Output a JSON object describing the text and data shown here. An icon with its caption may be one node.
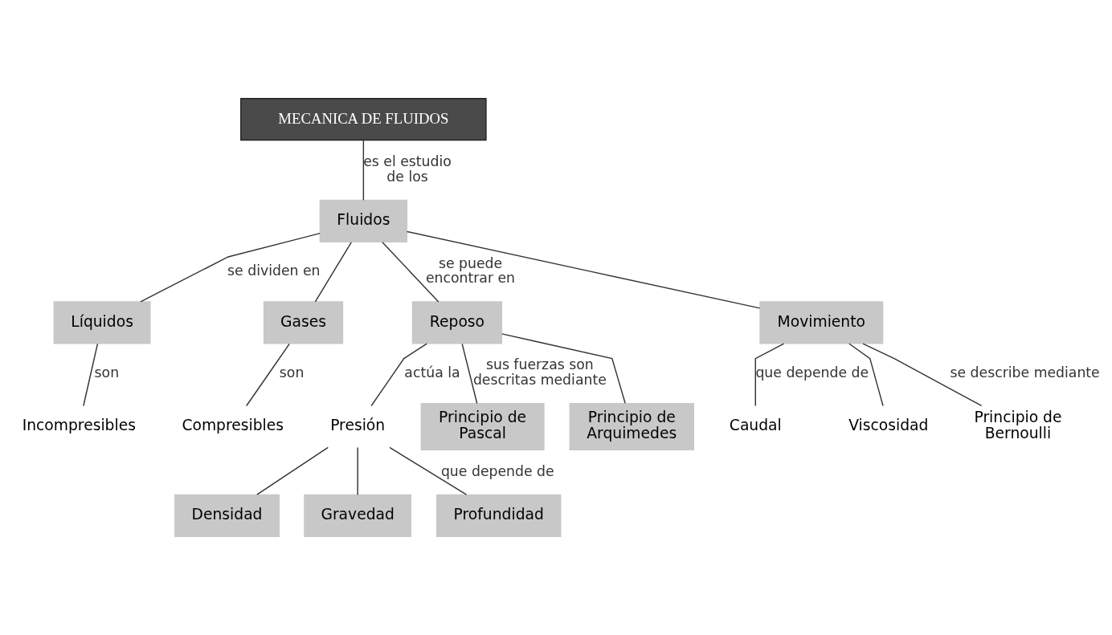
{
  "diagram": {
    "nodes": [
      {
        "text": [
          "MECANICA DE FLUIDOS"
        ]
      },
      {
        "text": [
          "Fluidos"
        ]
      },
      {
        "text": [
          "Líquidos"
        ]
      },
      {
        "text": [
          "Gases"
        ]
      },
      {
        "text": [
          "Reposo"
        ]
      },
      {
        "text": [
          "Movimiento"
        ]
      },
      {
        "text": [
          "Incompresibles"
        ]
      },
      {
        "text": [
          "Compresibles"
        ]
      },
      {
        "text": [
          "Presión"
        ]
      },
      {
        "text": [
          "Densidad"
        ]
      },
      {
        "text": [
          "Gravedad"
        ]
      },
      {
        "text": [
          "Profundidad"
        ]
      },
      {
        "text": [
          "Principio de Pascal"
        ]
      },
      {
        "text": [
          "Principio de Arquimedes"
        ]
      },
      {
        "text": [
          "Caudal"
        ]
      },
      {
        "text": [
          "Viscosidad"
        ]
      },
      {
        "text": [
          "Principio de Bernoulli"
        ]
      }
    ],
    "edges": [
      {
        "from": 0,
        "to": 1,
        "arrow": "none",
        "label": "es el estudio de los"
      },
      {
        "from": 1,
        "to": 2,
        "arrow": "none",
        "label": "se dividen en"
      },
      {
        "from": 1,
        "to": 3,
        "arrow": "none"
      },
      {
        "from": 1,
        "to": 4,
        "arrow": "none",
        "label": "se puede encontrar en"
      },
      {
        "from": 1,
        "to": 5,
        "arrow": "none"
      },
      {
        "from": 2,
        "to": 6,
        "arrow": "none",
        "label": "son"
      },
      {
        "from": 3,
        "to": 7,
        "arrow": "none",
        "label": "son"
      },
      {
        "from": 4,
        "to": 8,
        "arrow": "none",
        "label": "actúa la"
      },
      {
        "from": 8,
        "to": 9,
        "arrow": "none"
      },
      {
        "from": 8,
        "to": 10,
        "arrow": "none"
      },
      {
        "from": 8,
        "to": 11,
        "arrow": "none",
        "label": "que depende de"
      },
      {
        "from": 4,
        "to": 12,
        "arrow": "none",
        "label": "sus fuerzas son descritas mediante"
      },
      {
        "from": 4,
        "to": 13,
        "arrow": "none"
      },
      {
        "from": 5,
        "to": 14,
        "arrow": "none",
        "label": "que depende de"
      },
      {
        "from": 5,
        "to": 15,
        "arrow": "none"
      },
      {
        "from": 5,
        "to": 16,
        "arrow": "none",
        "label": "se describe mediante"
      }
    ]
  }
}
